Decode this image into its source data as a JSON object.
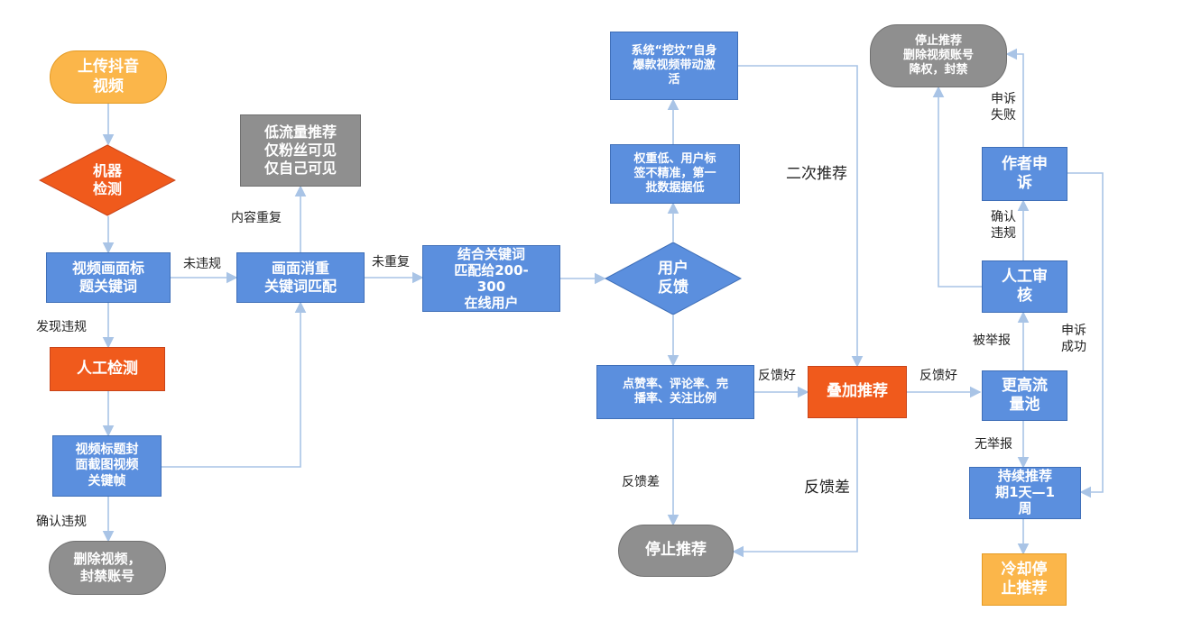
{
  "nodes": {
    "upload": "上传抖音\n视频",
    "machine_check": "机器\n检测",
    "video_keywords": "视频画面标\n题关键词",
    "manual_check": "人工检测",
    "title_cover": "视频标题封\n面截图视频\n关键帧",
    "delete_video": "删除视频，\n封禁账号",
    "low_traffic": "低流量推荐\n仅粉丝可见\n仅自己可见",
    "dedupe": "画面消重\n关键词匹配",
    "match_users": "结合关键词\n匹配给200-\n300\n在线用户",
    "user_feedback": "用户\n反馈",
    "low_weight": "权重低、用户标\n签不精准，第一\n批数据据低",
    "dig_grave": "系统“挖坟”自身\n爆款视频带动激\n活",
    "metrics": "点赞率、评论率、完\n播率、关注比例",
    "stop_recommend": "停止推荐",
    "boost": "叠加推荐",
    "higher_pool": "更高流\n量池",
    "manual_review": "人工审\n核",
    "author_appeal": "作者申\n诉",
    "stop_delete": "停止推荐\n删除视频账号\n降权，封禁",
    "continuous": "持续推荐\n期1天—1\n周",
    "cool_down": "冷却停\n止推荐"
  },
  "labels": {
    "no_violation": "未违规",
    "found_violation": "发现违规",
    "confirm_violation": "确认违规",
    "duplicate": "内容重复",
    "not_duplicate": "未重复",
    "secondary": "二次推荐",
    "feedback_good_1": "反馈好",
    "feedback_good_2": "反馈好",
    "feedback_bad_1": "反馈差",
    "feedback_bad_2": "反馈差",
    "reported": "被举报",
    "no_report": "无举报",
    "confirm_violation_2": "确认\n违规",
    "appeal_fail": "申诉\n失败",
    "appeal_success": "申诉\n成功"
  },
  "colors": {
    "blue": "#5b8fde",
    "orange": "#f05a1c",
    "gray": "#8f8f8f",
    "yellow": "#fbb64a",
    "edge": "#a9c4e6"
  }
}
